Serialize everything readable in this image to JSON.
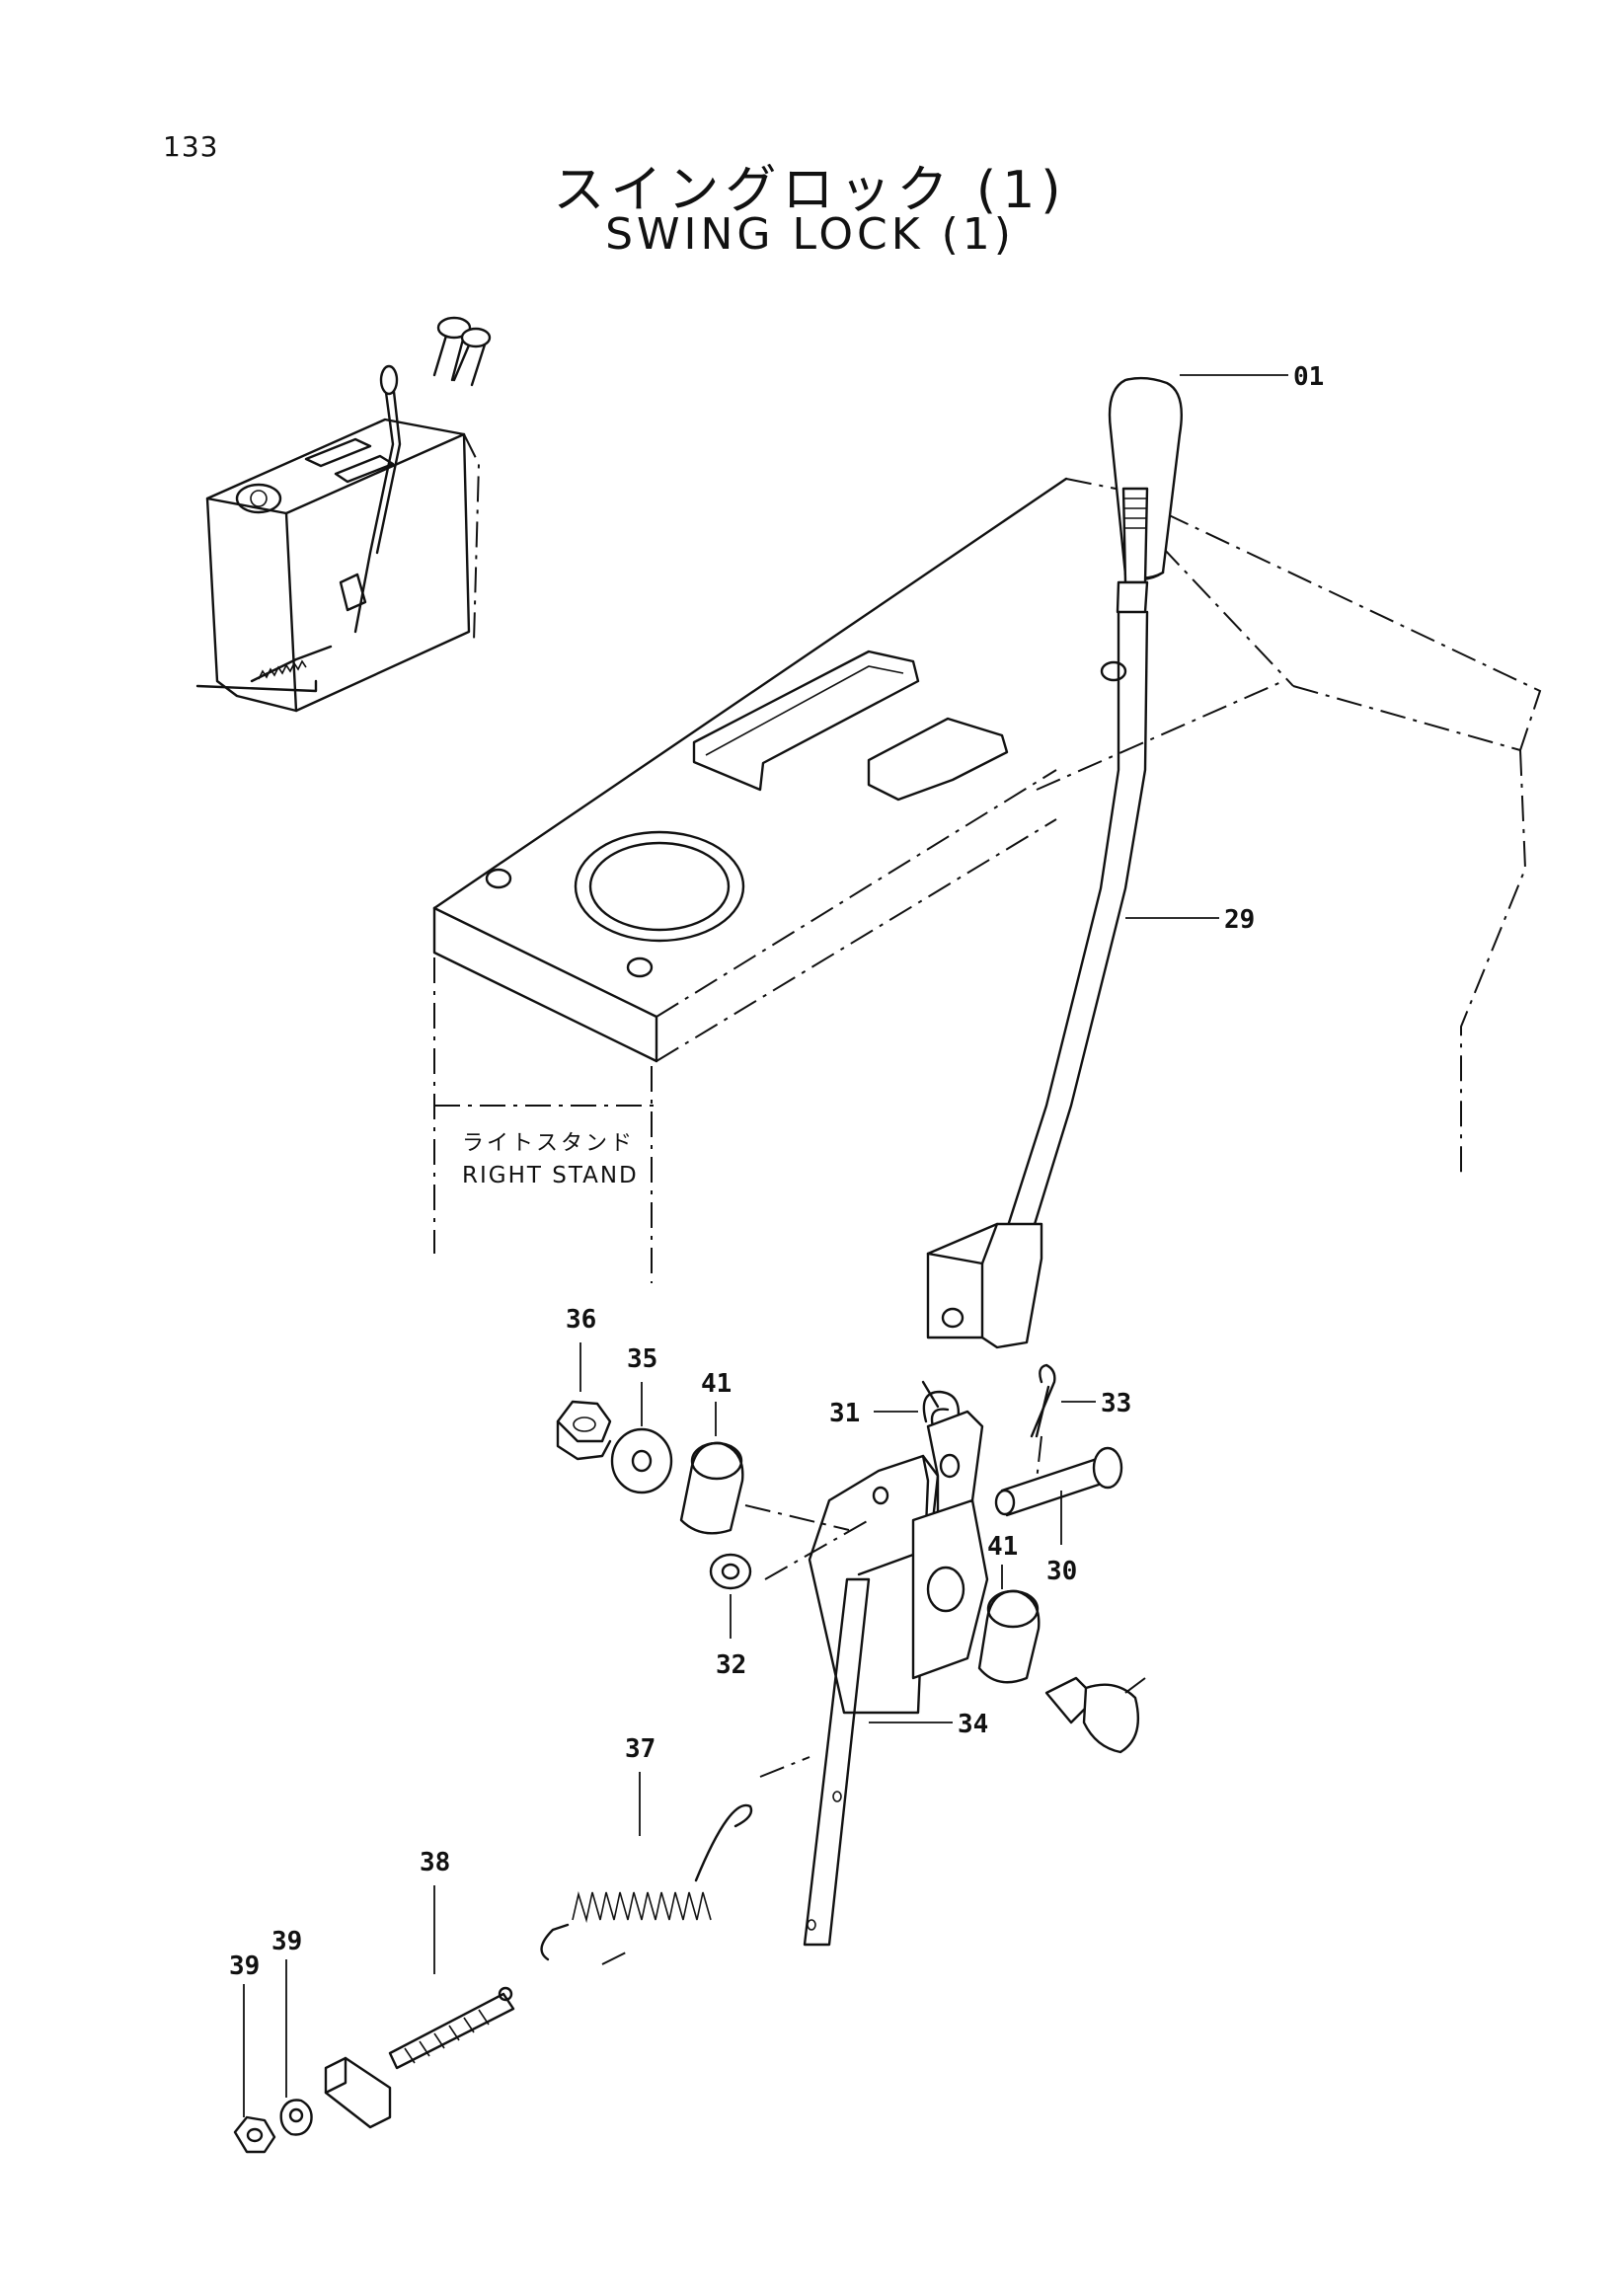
{
  "header": {
    "page_number": "133",
    "title_jp": "スイングロック (1)",
    "title_en": "SWING LOCK (1)"
  },
  "stand_label": {
    "jp": "ライトスタンド",
    "en": "RIGHT STAND"
  },
  "parts": [
    {
      "id": "p01",
      "label": "01"
    },
    {
      "id": "p29",
      "label": "29"
    },
    {
      "id": "p30",
      "label": "30"
    },
    {
      "id": "p31",
      "label": "31"
    },
    {
      "id": "p32",
      "label": "32"
    },
    {
      "id": "p33",
      "label": "33"
    },
    {
      "id": "p34",
      "label": "34"
    },
    {
      "id": "p35",
      "label": "35"
    },
    {
      "id": "p36",
      "label": "36"
    },
    {
      "id": "p37",
      "label": "37"
    },
    {
      "id": "p38",
      "label": "38"
    },
    {
      "id": "p39a",
      "label": "39"
    },
    {
      "id": "p39b",
      "label": "39"
    },
    {
      "id": "p41a",
      "label": "41"
    },
    {
      "id": "p41b",
      "label": "41"
    }
  ]
}
